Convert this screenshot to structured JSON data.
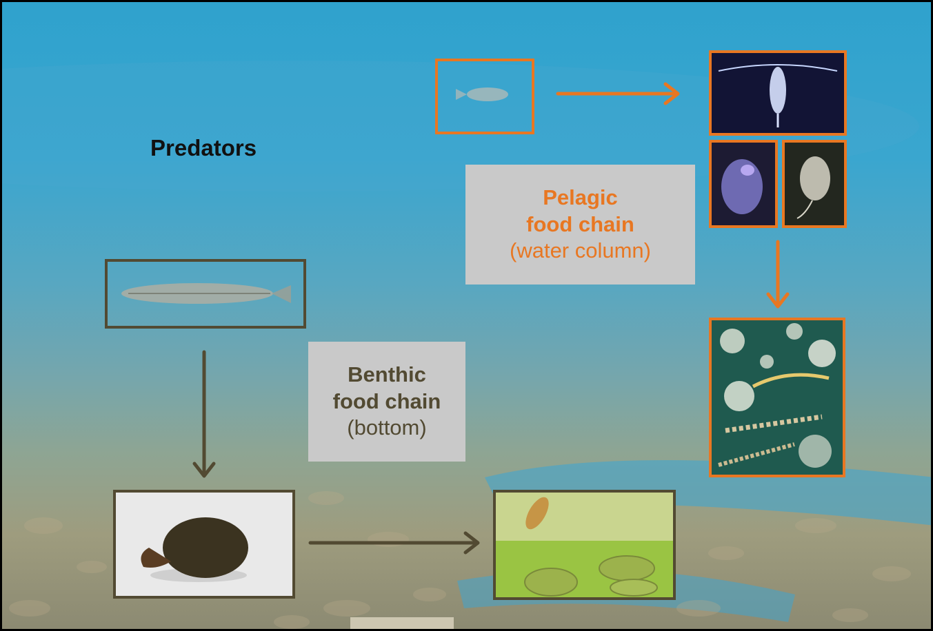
{
  "labels": {
    "predators": "Predators"
  },
  "pelagic": {
    "title_line1": "Pelagic",
    "title_line2": "food chain",
    "subtitle": "(water column)"
  },
  "benthic": {
    "title_line1": "Benthic",
    "title_line2": "food chain",
    "subtitle": "(bottom)"
  },
  "colors": {
    "pelagic": "#e87722",
    "benthic": "#524a32",
    "card_background": "#c9c9c9"
  }
}
